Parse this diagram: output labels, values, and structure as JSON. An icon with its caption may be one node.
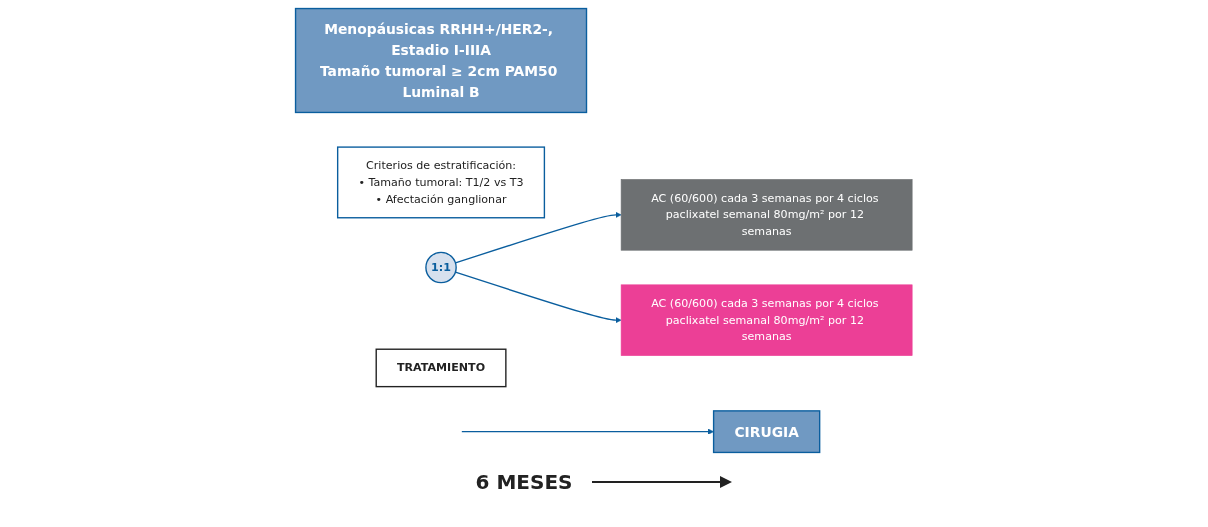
{
  "diagram": {
    "nodes": [
      {
        "text": [
          "Menopáusicas RRHH+/HER2-, Estadio I-IIIA",
          "Tamaño tumoral ≥ 2cm PAM50 Luminal B"
        ]
      },
      {
        "text": [
          "Criterios de estratificación:",
          "• Tamaño tumoral: T1/2 vs T3",
          "• Afectación ganglionar"
        ]
      },
      {
        "text": [
          "1:1"
        ]
      },
      {
        "text": [
          "TRATAMIENTO"
        ]
      },
      {
        "text": [
          "AC (60/600) cada 3 semanas por 4 ciclos paclixatel semanal 80mg/m² por 12 semanas"
        ]
      },
      {
        "text": [
          "AC (60/600) cada 3 semanas por 4 ciclos paclixatel semanal 80mg/m² por 12 semanas"
        ]
      },
      {
        "text": [
          "CIRUGIA"
        ]
      }
    ],
    "edges": [
      {
        "from": 2,
        "to": 4,
        "arrow": "to"
      },
      {
        "from": 2,
        "to": 5,
        "arrow": "to"
      },
      {
        "from": null,
        "to": 6,
        "arrow": "to"
      }
    ],
    "labels": [
      "6 MESES"
    ]
  }
}
